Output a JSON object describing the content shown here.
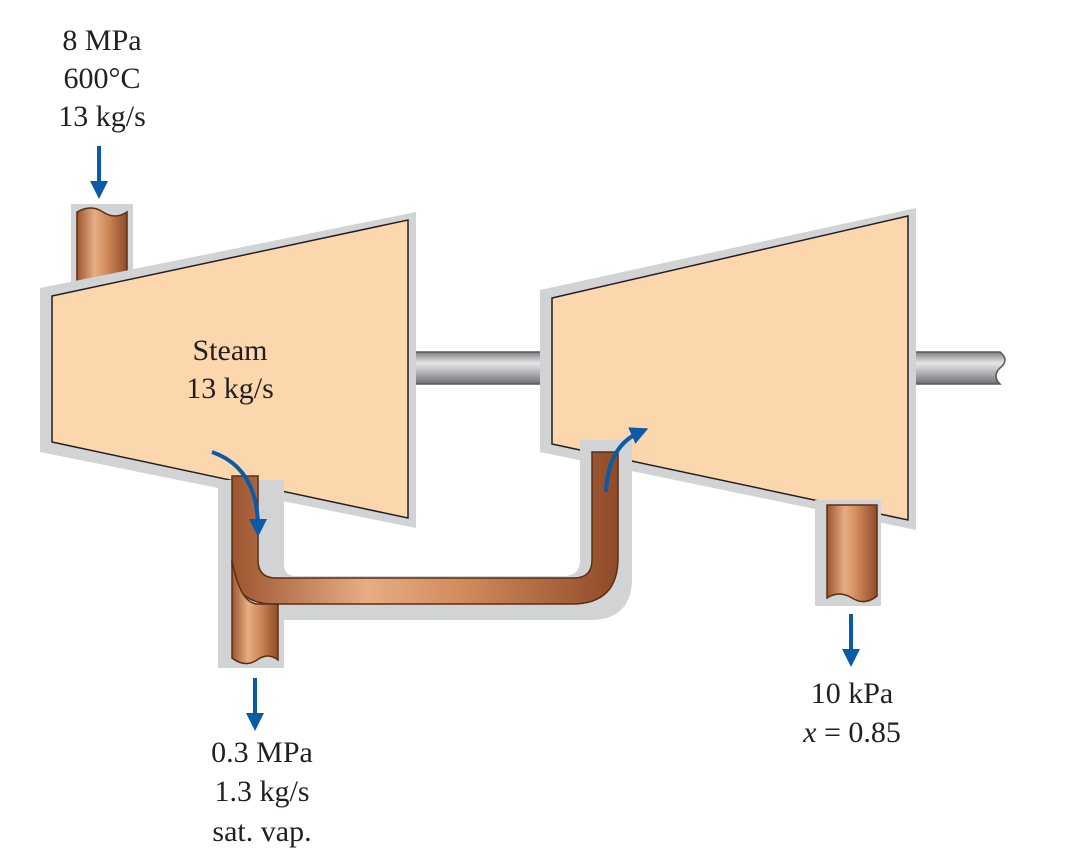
{
  "inlet": {
    "pressure": "8 MPa",
    "temperature": "600°C",
    "flow": "13 kg/s"
  },
  "hp_turbine": {
    "line1": "Steam",
    "line2": "13 kg/s"
  },
  "extraction": {
    "pressure": "0.3 MPa",
    "flow": "1.3 kg/s",
    "state": "sat. vap."
  },
  "exit": {
    "pressure": "10 kPa",
    "quality_symbol": "x",
    "quality_value": " = 0.85"
  },
  "colors": {
    "turbine_fill": "#fcd7ad",
    "pipe_copper": "#c47a4d",
    "shaft_gray": "#a7a9ac",
    "outline_shadow": "#d1d3d4",
    "arrow_blue": "#0a5aa6"
  }
}
